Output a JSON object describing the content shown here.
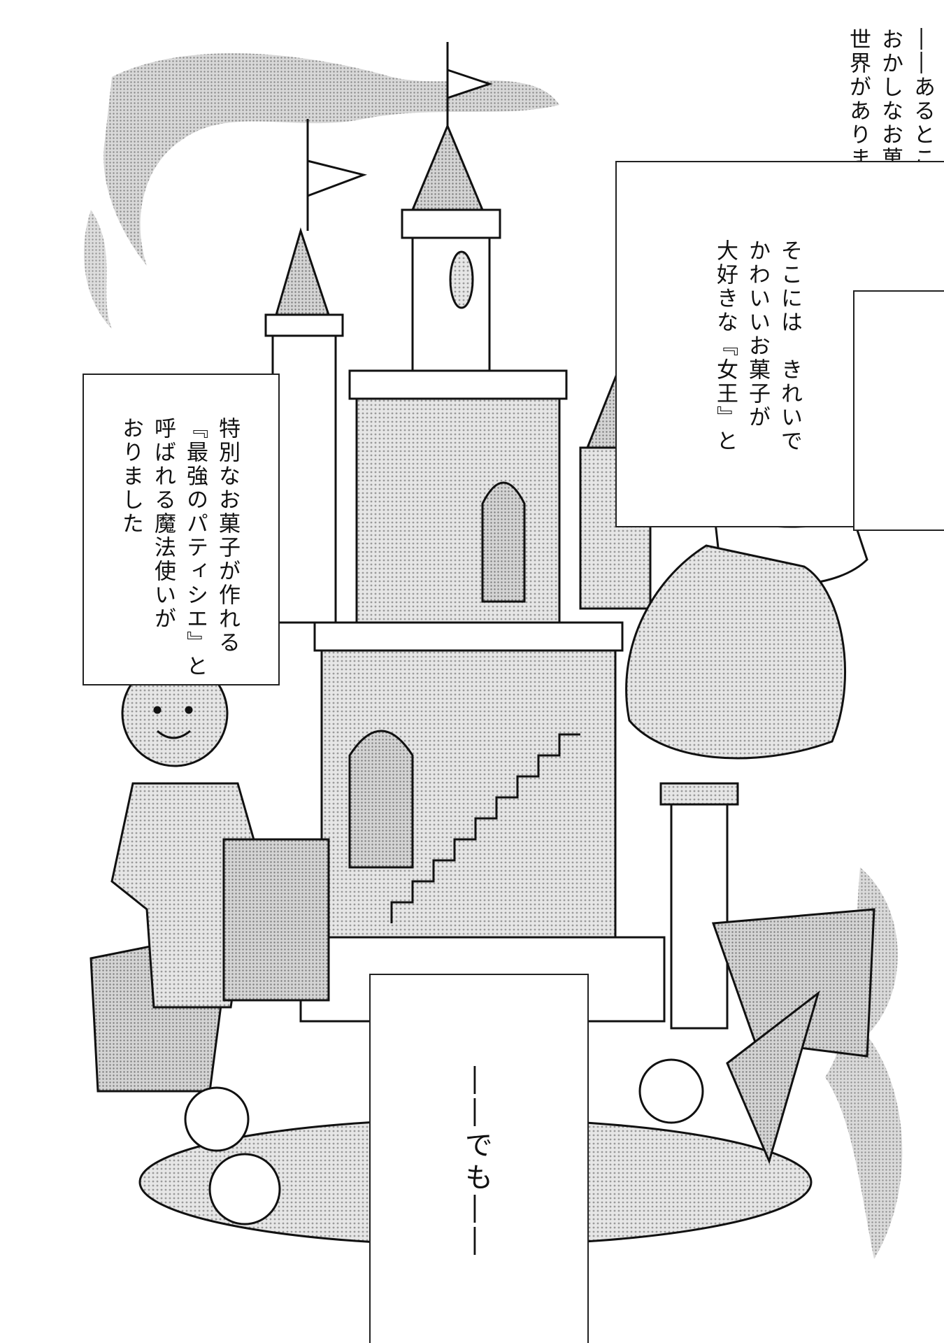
{
  "narration": {
    "box1": {
      "lines": [
        "――あるところに",
        "おかしなお菓子の",
        "世界がありました"
      ]
    },
    "box2": {
      "lines": [
        "そこには　きれいで",
        "かわいいお菓子が",
        "大好きな『女王』と"
      ]
    },
    "box3": {
      "lines": [
        "特別なお菓子が作れる",
        "『最強のパティシエ』と",
        "呼ばれる魔法使いが",
        "おりました"
      ]
    },
    "box4": {
      "lines": [
        "――でも――"
      ]
    }
  },
  "colors": {
    "ink": "#111111",
    "screentone": "#bdbdbd",
    "paper": "#ffffff"
  }
}
